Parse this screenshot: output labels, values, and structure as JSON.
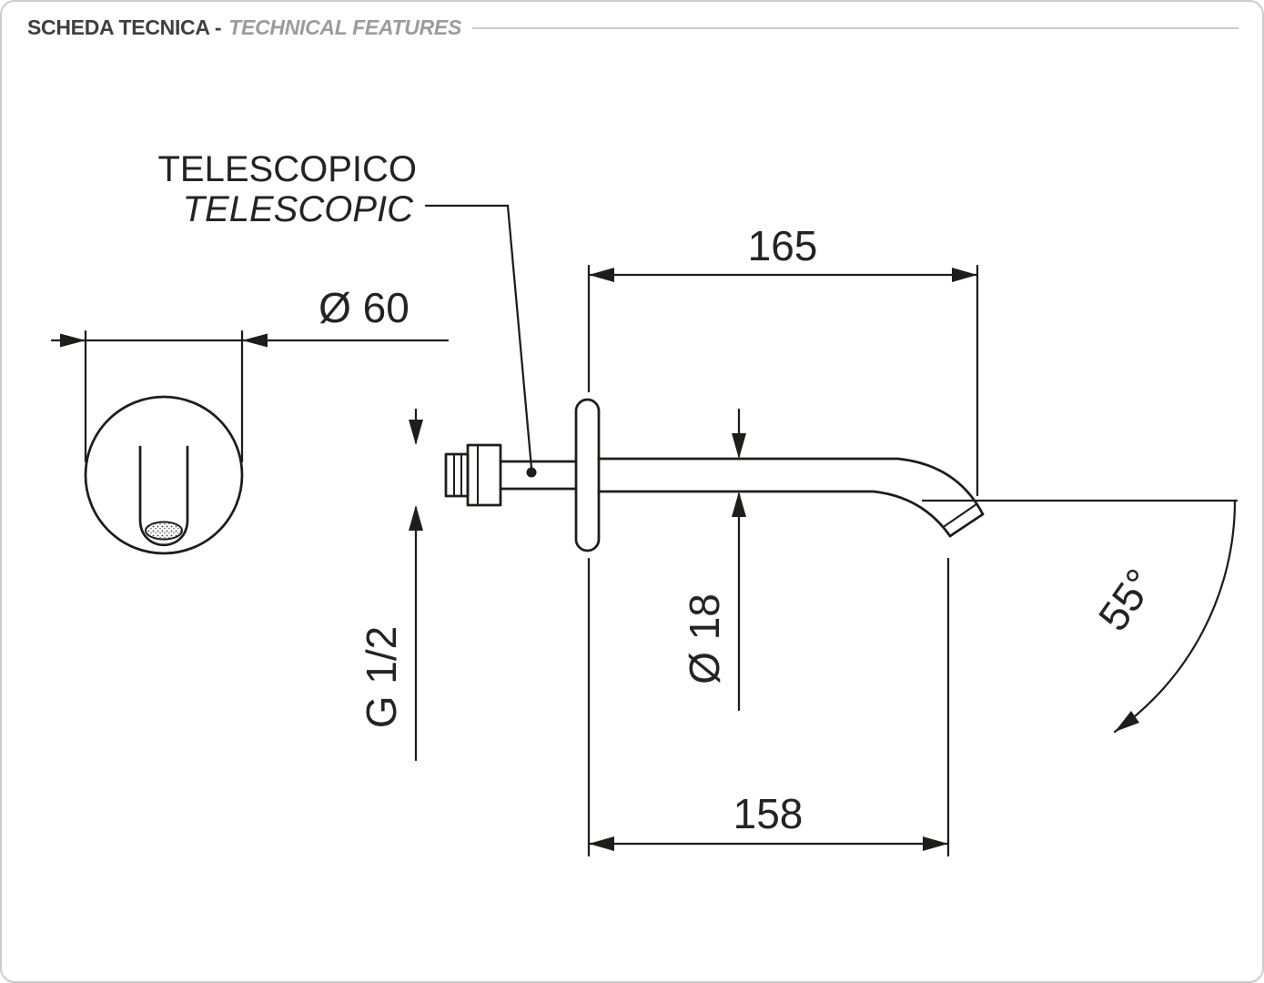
{
  "header": {
    "title": "SCHEDA TECNICA -",
    "subtitle": "TECHNICAL FEATURES"
  },
  "drawing": {
    "labels": {
      "telescopic_it": "TELESCOPICO",
      "telescopic_en": "TELESCOPIC"
    },
    "dims": {
      "escutcheon_diameter": "Ø 60",
      "reach_total": "165",
      "spout_diameter": "Ø 18",
      "inlet_thread": "G 1/2",
      "reach_outlet": "158",
      "outlet_angle": "55°"
    },
    "colors": {
      "line": "#1d1d1b",
      "border": "#cccccc",
      "title": "#3f3f3f",
      "subtitle": "#9c9c9c"
    }
  }
}
